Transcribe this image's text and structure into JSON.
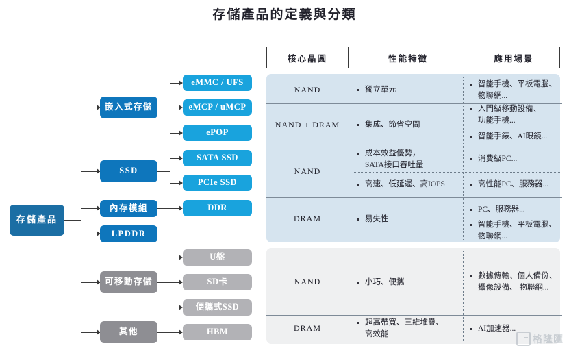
{
  "title": "存儲產品的定義與分類",
  "flowchart": {
    "root": {
      "label": "存儲產品"
    },
    "branches": [
      {
        "label": "嵌入式存儲",
        "tone": "blue",
        "children": [
          {
            "label": "eMMC / UFS"
          },
          {
            "label": "eMCP / uMCP"
          },
          {
            "label": "ePOP"
          }
        ]
      },
      {
        "label": "SSD",
        "tone": "blue",
        "children": [
          {
            "label": "SATA SSD"
          },
          {
            "label": "PCIe SSD"
          }
        ]
      },
      {
        "label": "內存模組",
        "tone": "blue",
        "children": [
          {
            "label": "DDR"
          }
        ]
      },
      {
        "label": "LPDDR",
        "tone": "blue",
        "children": []
      },
      {
        "label": "可移動存儲",
        "tone": "gray",
        "children": [
          {
            "label": "U盤"
          },
          {
            "label": "SD卡"
          },
          {
            "label": "便攜式SSD"
          }
        ]
      },
      {
        "label": "其他",
        "tone": "gray",
        "children": [
          {
            "label": "HBM"
          }
        ]
      }
    ]
  },
  "table": {
    "headers": [
      {
        "label": "核心晶圓"
      },
      {
        "label": "性能特徵"
      },
      {
        "label": "應用場景"
      }
    ],
    "chips": [
      {
        "label": "NAND"
      },
      {
        "label": "NAND + DRAM"
      },
      {
        "label": "NAND"
      },
      {
        "label": "DRAM"
      },
      {
        "label": "NAND"
      },
      {
        "label": "DRAM"
      }
    ],
    "features": [
      {
        "text": "獨立單元"
      },
      {
        "text": "集成、節省空間"
      },
      {
        "text": "成本效益優勢，\nSATA接口吞吐量"
      },
      {
        "text": "高速、低延遲、高IOPS"
      },
      {
        "text": "易失性"
      },
      {
        "text": "小巧、便攜"
      },
      {
        "text": "超高帶寬、三維堆疊、\n高效能"
      }
    ],
    "applications": [
      {
        "text": "智能手機、平板電腦、\n物聯網..."
      },
      {
        "text": "入門級移動設備、\n功能手機..."
      },
      {
        "text": "智能手錶、AI眼鏡..."
      },
      {
        "text": "消費級PC..."
      },
      {
        "text": "高性能PC、服務器..."
      },
      {
        "text": "PC、服務器..."
      },
      {
        "text": "智能手機、平板電腦、\n物聯網..."
      },
      {
        "text": "數據傳輸、個人備份、\n攝像設備、 物聯網..."
      },
      {
        "text": "AI加速器..."
      }
    ]
  },
  "watermark": {
    "text": "格隆匯"
  },
  "colors": {
    "root_blue": "#1b6ea4",
    "level2_blue": "#0e76bc",
    "level3_blue": "#19a3dd",
    "level2_gray": "#8e8e93",
    "level3_gray": "#b2b2b6",
    "panel_blue": "#d6e4ef",
    "panel_gray": "#eff0f1"
  }
}
